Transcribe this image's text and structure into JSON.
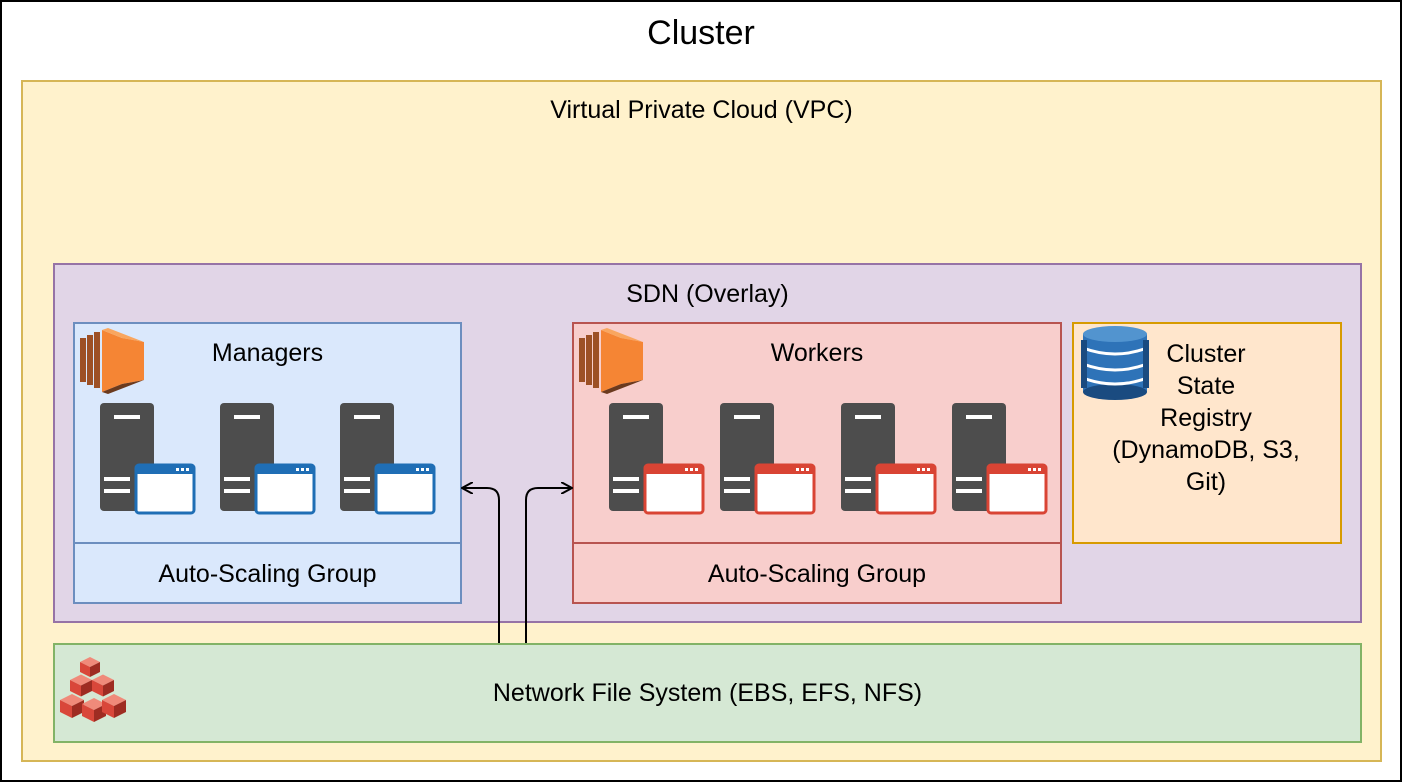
{
  "cluster": {
    "title": "Cluster"
  },
  "vpc": {
    "title": "Virtual Private Cloud (VPC)"
  },
  "sdn": {
    "title": "SDN (Overlay)"
  },
  "managers": {
    "title": "Managers",
    "asg_label": "Auto-Scaling Group",
    "server_count": 3,
    "accent": "#1f6eb5",
    "icon": "ec2-instances-icon"
  },
  "workers": {
    "title": "Workers",
    "asg_label": "Auto-Scaling Group",
    "server_count": 4,
    "accent": "#d94434",
    "icon": "ec2-instances-icon"
  },
  "registry": {
    "lines": [
      "Cluster",
      "State",
      "Registry",
      "(DynamoDB, S3,",
      "Git)"
    ],
    "icon": "dynamodb-icon"
  },
  "nfs": {
    "title": "Network File System (EBS, EFS, NFS)",
    "icon": "storage-blocks-icon"
  },
  "colors": {
    "vpc_fill": "#fff2cc",
    "sdn_fill": "#e1d5e7",
    "managers_fill": "#dae8fc",
    "workers_fill": "#f8cecc",
    "registry_fill": "#ffe6cc",
    "nfs_fill": "#d5e8d4",
    "server_body": "#4d4d4d",
    "ec2_orange": "#f58534",
    "dynamo_blue": "#2e73b8"
  }
}
